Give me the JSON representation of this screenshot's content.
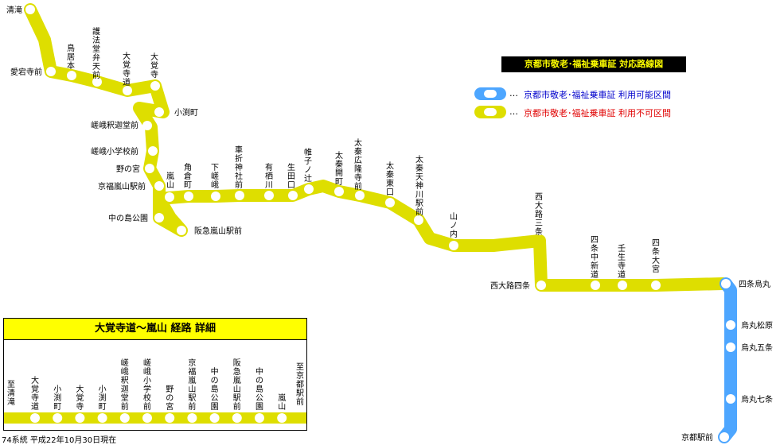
{
  "title": "京都市敬老･福祉乗車証 対応路線図",
  "legend": [
    {
      "text": "京都市敬老･福祉乗車証 利用可能区間",
      "color": "#0000cc",
      "pill_color": "#4da6ff"
    },
    {
      "text": "京都市敬老･福祉乗車証 利用不可区間",
      "color": "#e00000",
      "pill_color": "#dede00"
    }
  ],
  "legend_dots": "…",
  "colors": {
    "unavailable": "#dede00",
    "available": "#4da6ff"
  },
  "stops": [
    "清滝",
    "愛宕寺前",
    "鳥居本",
    "護法堂弁天前",
    "大覚寺道",
    "大覚寺",
    "小渕町",
    "嵯峨釈迦堂前",
    "嵯峨小学校前",
    "野の宮",
    "京福嵐山駅前",
    "嵐山",
    "中の島公園",
    "阪急嵐山駅前",
    "角倉町",
    "下嵯峨",
    "車折神社前",
    "有栖川",
    "生田口",
    "帷子ノ辻",
    "太秦開町",
    "太秦広隆寺前",
    "太秦東口",
    "太秦天神川駅前",
    "山ノ内",
    "西大路三条",
    "西大路四条",
    "四条中新道",
    "壬生寺道",
    "四条大宮",
    "四条烏丸",
    "烏丸松原",
    "烏丸五条",
    "烏丸七条",
    "京都駅前"
  ],
  "detail": {
    "title": "大覚寺道～嵐山 経路 詳細",
    "left_end": "至 清滝",
    "right_end": "至 京都駅前",
    "stops": [
      "大覚寺道",
      "小渕町",
      "大覚寺",
      "小渕町",
      "嵯峨釈迦堂前",
      "嵯峨小学校前",
      "野の宮",
      "京福嵐山駅前",
      "中の島公園",
      "阪急嵐山駅前",
      "中の島公園",
      "嵐山"
    ]
  },
  "footer": "74系統 平成22年10月30日現在"
}
